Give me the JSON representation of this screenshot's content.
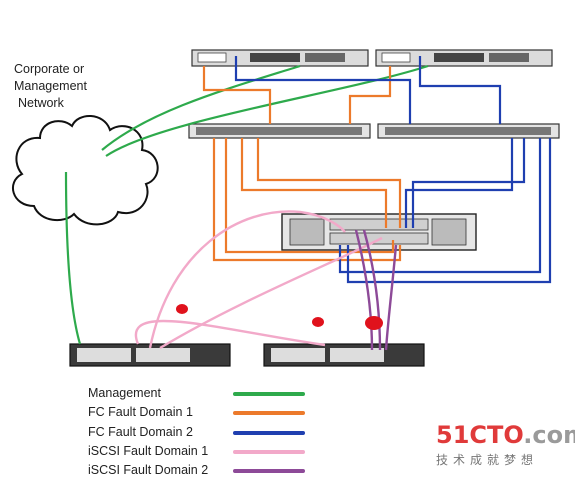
{
  "network_label": [
    "Corporate or",
    "Management",
    "Network"
  ],
  "legend": [
    {
      "label": "Management",
      "color": "#2eaa4c"
    },
    {
      "label": "FC Fault Domain 1",
      "color": "#ec7a2b"
    },
    {
      "label": "FC Fault Domain 2",
      "color": "#1f3fb0"
    },
    {
      "label": "iSCSI Fault Domain 1",
      "color": "#f2a9c9"
    },
    {
      "label": "iSCSI Fault Domain 2",
      "color": "#8d4a98"
    }
  ],
  "watermark": {
    "brand_a": "51CTO",
    "brand_b": ".com",
    "tagline": "技术成就梦想"
  }
}
